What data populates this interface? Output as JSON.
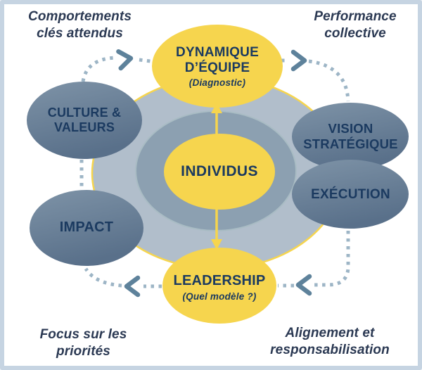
{
  "corners": {
    "top_left": "Comportements clés attendus",
    "top_right": "Performance collective",
    "bottom_left": "Focus sur les priorités",
    "bottom_right": "Alignement et responsabilisation"
  },
  "nodes": {
    "dynamique": {
      "title": "DYNAMIQUE D’ÉQUIPE",
      "subtitle": "(Diagnostic)"
    },
    "individus": {
      "title": "INDIVIDUS"
    },
    "leadership": {
      "title": "LEADERSHIP",
      "subtitle": "(Quel modèle ?)"
    },
    "culture": {
      "title": "CULTURE & VALEURS"
    },
    "impact": {
      "title": "IMPACT"
    },
    "vision": {
      "title": "VISION STRATÉGIQUE"
    },
    "execution": {
      "title": "EXÉCUTION"
    }
  },
  "colors": {
    "yellow": "#F6D54E",
    "outer_ring_fill": "#B1BECB",
    "inner_ring_fill": "#8CA0B1",
    "slate_light": "#7E93A7",
    "slate_dark": "#59708A",
    "dots": "#9DB5C6",
    "chevron": "#5E829B",
    "navy_text": "#1B3A60",
    "frame_border": "#C6D4E2"
  },
  "icons": {
    "flow_direction_top": "chevron-right",
    "flow_direction_bottom": "chevron-left",
    "center_link": "double-headed-arrow"
  }
}
